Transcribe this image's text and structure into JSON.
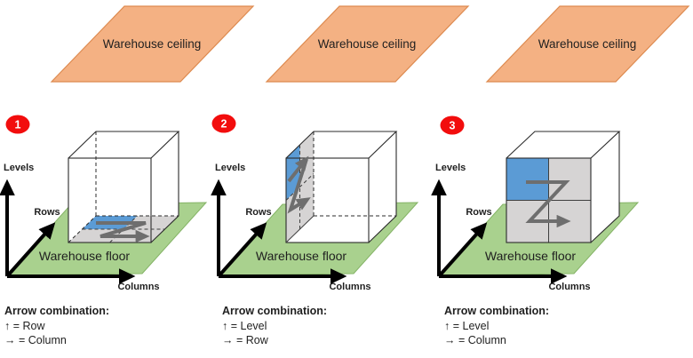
{
  "colors": {
    "ceiling_fill": "#F4B183",
    "floor_fill": "#A9D18E",
    "highlight_blue": "#5B9BD5",
    "cell_gray": "#D6D4D4",
    "path_arrow_gray": "#6E6E6E",
    "badge_red": "#F20D0D"
  },
  "panels": [
    {
      "number": "1",
      "ceiling_label": "Warehouse ceiling",
      "floor_label": "Warehouse floor",
      "axis_vertical": "Levels",
      "axis_diagonal": "Rows",
      "axis_horizontal": "Columns",
      "legend_title": "Arrow combination:",
      "legend_items": [
        "↑ = Row",
        "→ = Column"
      ]
    },
    {
      "number": "2",
      "ceiling_label": "Warehouse ceiling",
      "floor_label": "Warehouse floor",
      "axis_vertical": "Levels",
      "axis_diagonal": "Rows",
      "axis_horizontal": "Columns",
      "legend_title": "Arrow combination:",
      "legend_items": [
        "↑ = Level",
        "→ = Row"
      ]
    },
    {
      "number": "3",
      "ceiling_label": "Warehouse ceiling",
      "floor_label": "Warehouse floor",
      "axis_vertical": "Levels",
      "axis_diagonal": "Rows",
      "axis_horizontal": "Columns",
      "legend_title": "Arrow combination:",
      "legend_items": [
        "↑ = Level",
        "→ = Column"
      ]
    }
  ]
}
